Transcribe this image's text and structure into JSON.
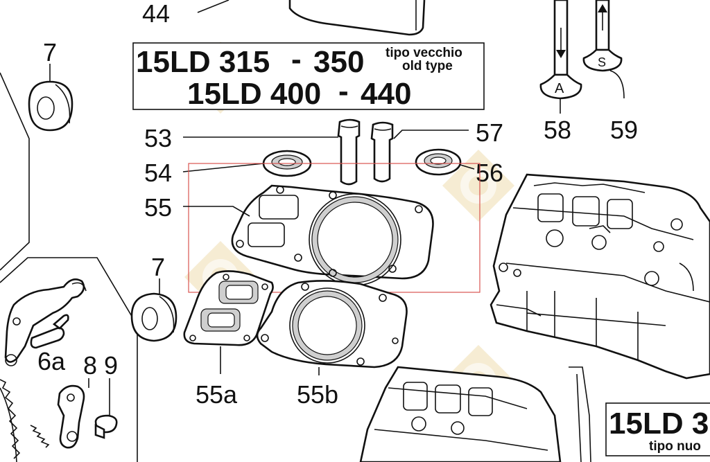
{
  "box_old": {
    "line1_model": "15LD 315",
    "line1_dash": "-",
    "line1_range_end": "350",
    "line1_note_it": "tipo vecchio",
    "line1_note_en": "old type",
    "line2_model": "15LD 400",
    "line2_dash": "-",
    "line2_range_end": "440"
  },
  "box_new": {
    "model": "15LD 3",
    "note_it": "tipo nuo"
  },
  "part_labels": {
    "p44": "44",
    "p7_top": "7",
    "p7_mid": "7",
    "p53": "53",
    "p54": "54",
    "p55": "55",
    "p56": "56",
    "p57": "57",
    "p58": "58",
    "p59": "59",
    "p55a": "55a",
    "p55b": "55b",
    "p6a": "6a",
    "p8": "8",
    "p9": "9"
  },
  "valve_letters": {
    "intake": "A",
    "exhaust": "S"
  },
  "colors": {
    "highlight_box": "#d9534f",
    "watermark": "#f3e6c4",
    "line": "#111111"
  }
}
